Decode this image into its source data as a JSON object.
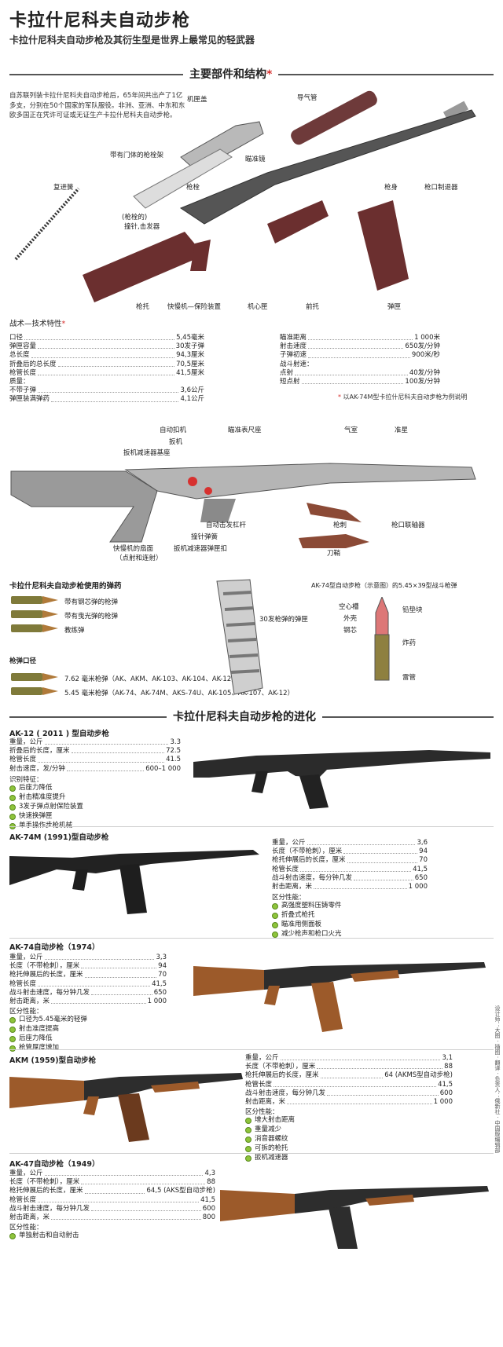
{
  "header": {
    "title": "卡拉什尼科夫自动步枪",
    "subtitle": "卡拉什尼科夫自动步枪及其衍生型是世界上最常见的轻武器"
  },
  "section_parts": {
    "title": "主要部件和结构",
    "mark": "*",
    "intro": "自苏联列装卡拉什尼科夫自动步枪后，65年间共出产了1亿多支，分别在50个国家的军队服役。非洲、亚洲、中东和东欧多国正在凭许可证或无证生产卡拉什尼科夫自动步枪。",
    "labels": {
      "receiver_cover": "机匣盖",
      "gas_tube": "导气管",
      "bolt_carrier": "带有门体的枪栓架",
      "sight": "瞄准镜",
      "recoil_spring": "复进簧",
      "firing_pin": "枪栓",
      "hammer1": "(枪栓的)",
      "hammer2": "撞针,击发器",
      "barrel": "枪身",
      "muzzle": "枪口制退器",
      "stock": "枪托",
      "trigger": "快慢机—保险装置",
      "receiver": "机心匣",
      "handguard": "前托",
      "magazine": "弹匣"
    }
  },
  "specs": {
    "title": "战术—技术特性",
    "mark": "*",
    "left": [
      [
        "口径",
        "5,45毫米"
      ],
      [
        "弹匣容量",
        "30发子弹"
      ],
      [
        "总长度",
        "94,3厘米"
      ],
      [
        "折叠后的总长度",
        "70,5厘米"
      ],
      [
        "枪管长度",
        "41,5厘米"
      ],
      [
        "质量：",
        ""
      ],
      [
        "不带子弹",
        "3,6公斤"
      ],
      [
        "弹匣装满弹药",
        "4,1公斤"
      ]
    ],
    "right": [
      [
        "瞄准距离",
        "1 000米"
      ],
      [
        "射击速度",
        "650发/分钟"
      ],
      [
        "子弹初速",
        "900米/秒"
      ],
      [
        "战斗射速：",
        ""
      ],
      [
        "点射",
        "40发/分钟"
      ],
      [
        "短点射",
        "100发/分钟"
      ]
    ],
    "footnote": "以AK-74M型卡拉什尼科夫自动步枪为例说明"
  },
  "cutaway": {
    "labels": {
      "trigger_catch": "自动扣机",
      "bolt_lever": "扳机",
      "sight_base": "瞄准表尺座",
      "gas_chamber": "气室",
      "front_sight": "准星",
      "reducer": "扳机减速器基座",
      "safety_lever": "自动击发杠杆",
      "firing_spring": "撞针弹簧",
      "fire_selector1": "快慢机的扇面",
      "fire_selector2": "（点射和连射）",
      "trigger_spring": "扳机减速器弹匣扣",
      "bayonet": "枪刺",
      "sheath": "刀鞘",
      "muzzle_link": "枪口联轴器"
    }
  },
  "ammo": {
    "title": "卡拉什尼科夫自动步枪使用的弹药",
    "items": [
      "带有钢芯弹的枪弹",
      "带有曳光弹的枪弹",
      "教练弹"
    ],
    "caliber_title": "枪弹口径",
    "calibers": [
      "7.62 毫米枪弹（AK、AKM、AK-103、AK-104、AK-12）",
      "5.45 毫米枪弹（AK-74、AK-74M、AKS-74U、AK-105、AK-107、AK-12）"
    ],
    "magazine_label": "30发枪弹的弹匣",
    "diagram_title": "AK-74型自动步枪（示意图）的5.45×39型战斗枪弹",
    "parts": [
      "空心槽",
      "外壳",
      "钢芯",
      "铅垫块",
      "炸药",
      "雷管"
    ]
  },
  "evolution": {
    "title": "卡拉什尼科夫自动步枪的进化",
    "models": [
      {
        "name": "AK-12 ( 2011 ) 型自动步枪",
        "specs": [
          [
            "重量，公斤",
            "3.3"
          ],
          [
            "折叠后的长度，厘米",
            "72.5"
          ],
          [
            "枪管长度",
            "41.5"
          ],
          [
            "射击速度，发/分钟",
            "600–1 000"
          ]
        ],
        "feat_title": "识别特征：",
        "features": [
          "后座力降低",
          "射击精准度提升",
          "3发子弹点射保险装置",
          "快速换弹匣",
          "单手操作步枪机械"
        ]
      },
      {
        "name": "AK-74M (1991)型自动步枪",
        "specs": [
          [
            "重量，公斤",
            "3,6"
          ],
          [
            "长度（不带枪刺），厘米",
            "94"
          ],
          [
            "枪托伸展后的长度，厘米",
            "70"
          ],
          [
            "枪管长度",
            "41,5"
          ],
          [
            "战斗射击速度，每分钟几发",
            "650"
          ],
          [
            "射击距离，米",
            "1 000"
          ]
        ],
        "feat_title": "区分性能：",
        "features": [
          "高强度塑料压铸零件",
          "折叠式枪托",
          "瞄准用侧面板",
          "减少枪声和枪口火光"
        ]
      },
      {
        "name": "AK-74自动步枪（1974）",
        "specs": [
          [
            "重量，公斤",
            "3,3"
          ],
          [
            "长度（不带枪刺），厘米",
            "94"
          ],
          [
            "枪托伸展后的长度，厘米",
            "70"
          ],
          [
            "枪管长度",
            "41,5"
          ],
          [
            "战斗射击速度，每分钟几发",
            "650"
          ],
          [
            "射击距离，米",
            "1 000"
          ]
        ],
        "feat_title": "区分性能：",
        "features": [
          "口径为5.45毫米的轻弹",
          "射击准度提高",
          "后座力降低",
          "枪管厚度增加"
        ]
      },
      {
        "name": "AKM (1959)型自动步枪",
        "specs": [
          [
            "重量，公斤",
            "3,1"
          ],
          [
            "长度（不带枪刺），厘米",
            "88"
          ],
          [
            "枪托伸展后的长度，厘米",
            "64 (AKMS型自动步枪)"
          ],
          [
            "枪管长度",
            "41,5"
          ],
          [
            "战斗射击速度，每分钟几发",
            "600"
          ],
          [
            "射击距离，米",
            "1 000"
          ]
        ],
        "feat_title": "区分性能：",
        "features": [
          "增大射击距离",
          "重量减少",
          "消音器螺纹",
          "可拆的枪托",
          "扳机减速器"
        ]
      },
      {
        "name": "AK-47自动步枪（1949）",
        "specs": [
          [
            "重量，公斤",
            "4,3"
          ],
          [
            "长度（不带枪刺），厘米",
            "88"
          ],
          [
            "枪托伸展后的长度，厘米",
            "64,5 (AKS型自动步枪)"
          ],
          [
            "枪管长度",
            "41,5"
          ],
          [
            "战斗射击速度，每分钟几发",
            "600"
          ],
          [
            "射击距离，米",
            "800"
          ]
        ],
        "feat_title": "区分性能：",
        "features": [
          "单独射击和自动射击"
        ]
      }
    ]
  },
  "credits": "设计师：大图 · 插图 · 翻译 · 负责人：俄新社 · 中国版编辑部",
  "colors": {
    "wood": "#7a3f33",
    "wood_light": "#9c6a3a",
    "steel": "#3a3a3a",
    "gray": "#a9a9a9",
    "accent": "#d7312f",
    "bullet": "#8e8040"
  }
}
